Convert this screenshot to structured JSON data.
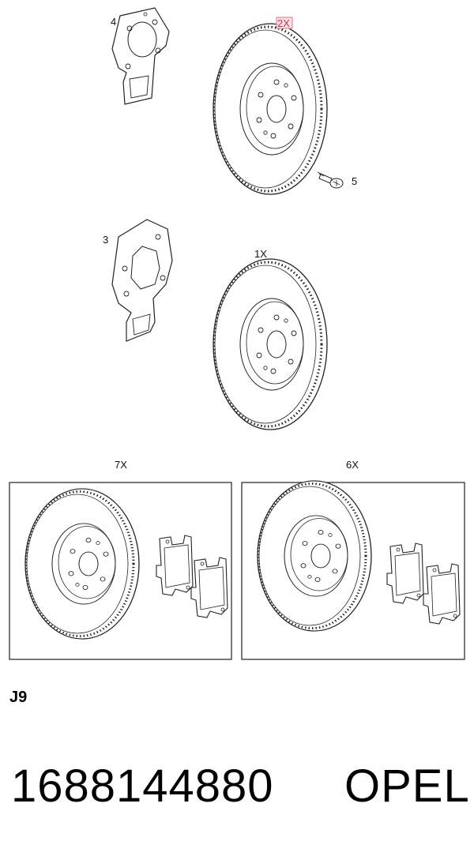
{
  "callouts": {
    "shield_upper": "4",
    "disc_upper_qty": "2X",
    "bolt": "5",
    "shield_lower": "3",
    "disc_lower_qty": "1X",
    "kit_left_qty": "7X",
    "kit_right_qty": "6X"
  },
  "colors": {
    "highlight": "#e07080",
    "line": "#222222"
  },
  "figure_ref": "J9",
  "part_number": "1688144880",
  "brand": "OPEL"
}
